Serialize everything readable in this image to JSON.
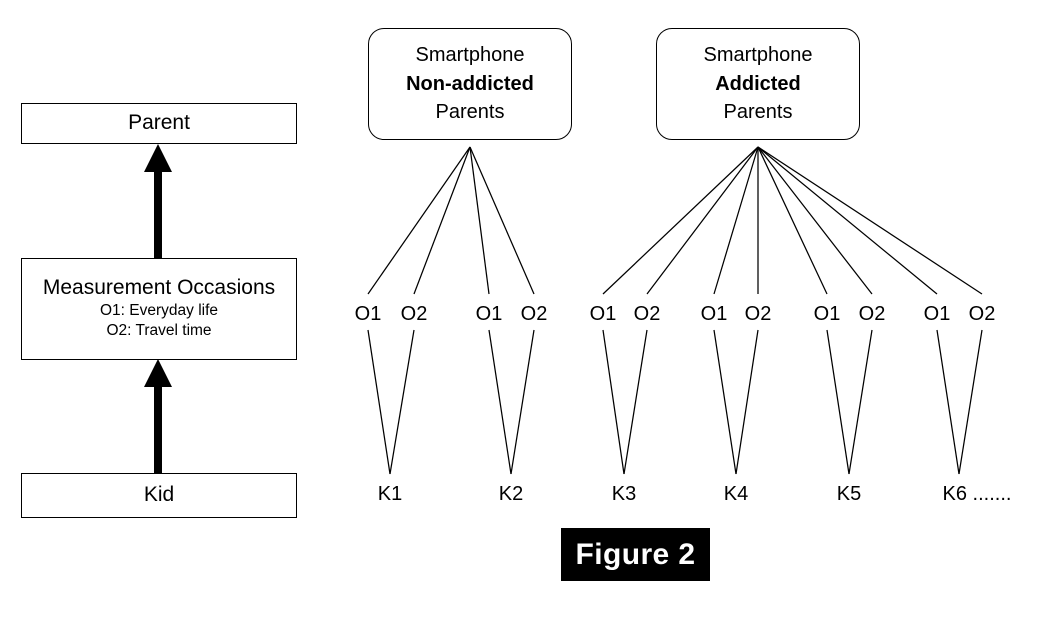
{
  "figure": {
    "caption": "Figure 2",
    "background_color": "#ffffff",
    "line_color": "#000000",
    "caption_plate_color": "#000000",
    "caption_text_color": "#ffffff"
  },
  "legend": {
    "levels": [
      {
        "id": "parent",
        "title": "Parent",
        "subtitles": []
      },
      {
        "id": "measurement-occasions",
        "title": "Measurement Occasions",
        "subtitles": [
          "O1: Everyday life",
          "O2: Travel time"
        ]
      },
      {
        "id": "kid",
        "title": "Kid",
        "subtitles": []
      }
    ],
    "arrows": [
      {
        "from": "kid",
        "to": "measurement-occasions",
        "direction": "up"
      },
      {
        "from": "measurement-occasions",
        "to": "parent",
        "direction": "up"
      }
    ]
  },
  "hierarchy": {
    "groups": [
      {
        "id": "non-addicted",
        "lines": [
          {
            "text": "Smartphone",
            "bold": false
          },
          {
            "text": "Non-addicted",
            "bold": true
          },
          {
            "text": "Parents",
            "bold": false
          }
        ],
        "kids": [
          {
            "label": "K1",
            "occasions": [
              "O1",
              "O2"
            ]
          },
          {
            "label": "K2",
            "occasions": [
              "O1",
              "O2"
            ]
          }
        ]
      },
      {
        "id": "addicted",
        "lines": [
          {
            "text": "Smartphone",
            "bold": false
          },
          {
            "text": "Addicted",
            "bold": true
          },
          {
            "text": "Parents",
            "bold": false
          }
        ],
        "kids": [
          {
            "label": "K3",
            "occasions": [
              "O1",
              "O2"
            ]
          },
          {
            "label": "K4",
            "occasions": [
              "O1",
              "O2"
            ]
          },
          {
            "label": "K5",
            "occasions": [
              "O1",
              "O2"
            ]
          },
          {
            "label": "K6 .......",
            "occasions": [
              "O1",
              "O2"
            ]
          }
        ]
      }
    ]
  },
  "nodes": {
    "occasion_labels": [
      "O1",
      "O2",
      "O1",
      "O2",
      "O1",
      "O2",
      "O1",
      "O2",
      "O1",
      "O2",
      "O1",
      "O2"
    ],
    "kid_labels": [
      "K1",
      "K2",
      "K3",
      "K4",
      "K5",
      "K6 ......."
    ]
  }
}
